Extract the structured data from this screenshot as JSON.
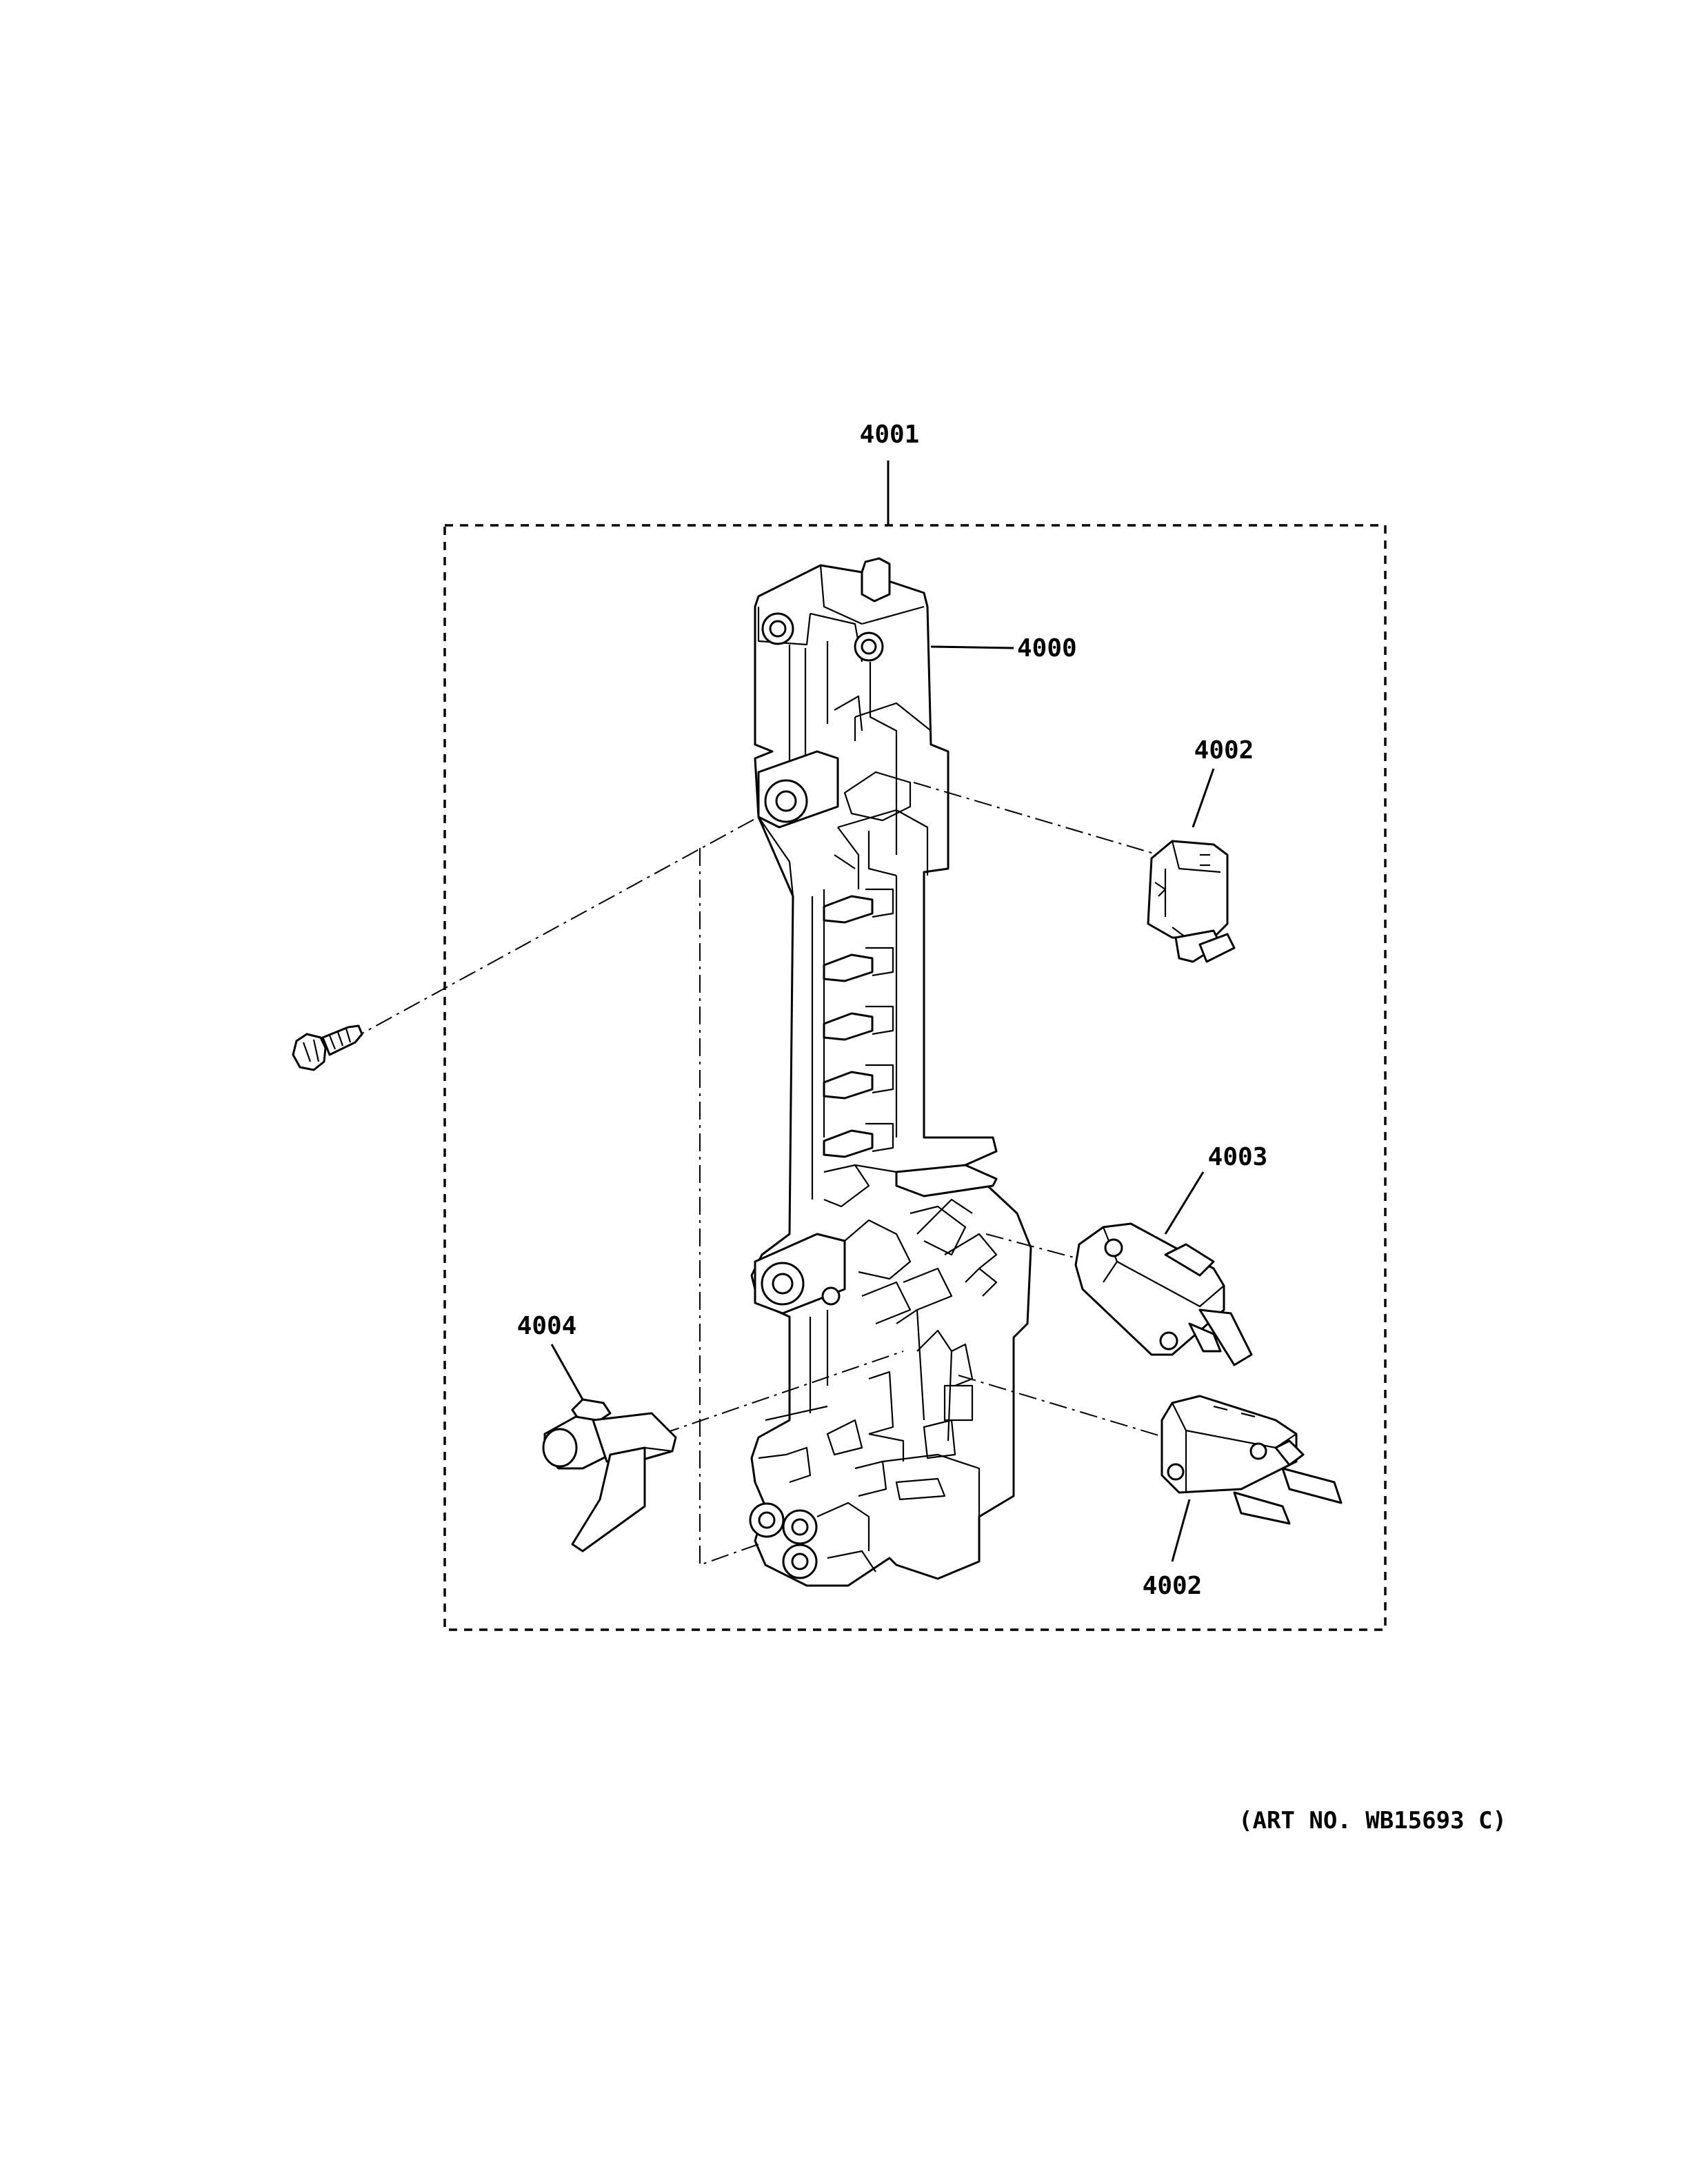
{
  "callouts": {
    "assembly": "4001",
    "bracket": "4000",
    "switch_top": "4002",
    "switch_mid": "4003",
    "switch_bottom": "4002",
    "latch": "4004"
  },
  "art_number": "(ART NO. WB15693 C)"
}
